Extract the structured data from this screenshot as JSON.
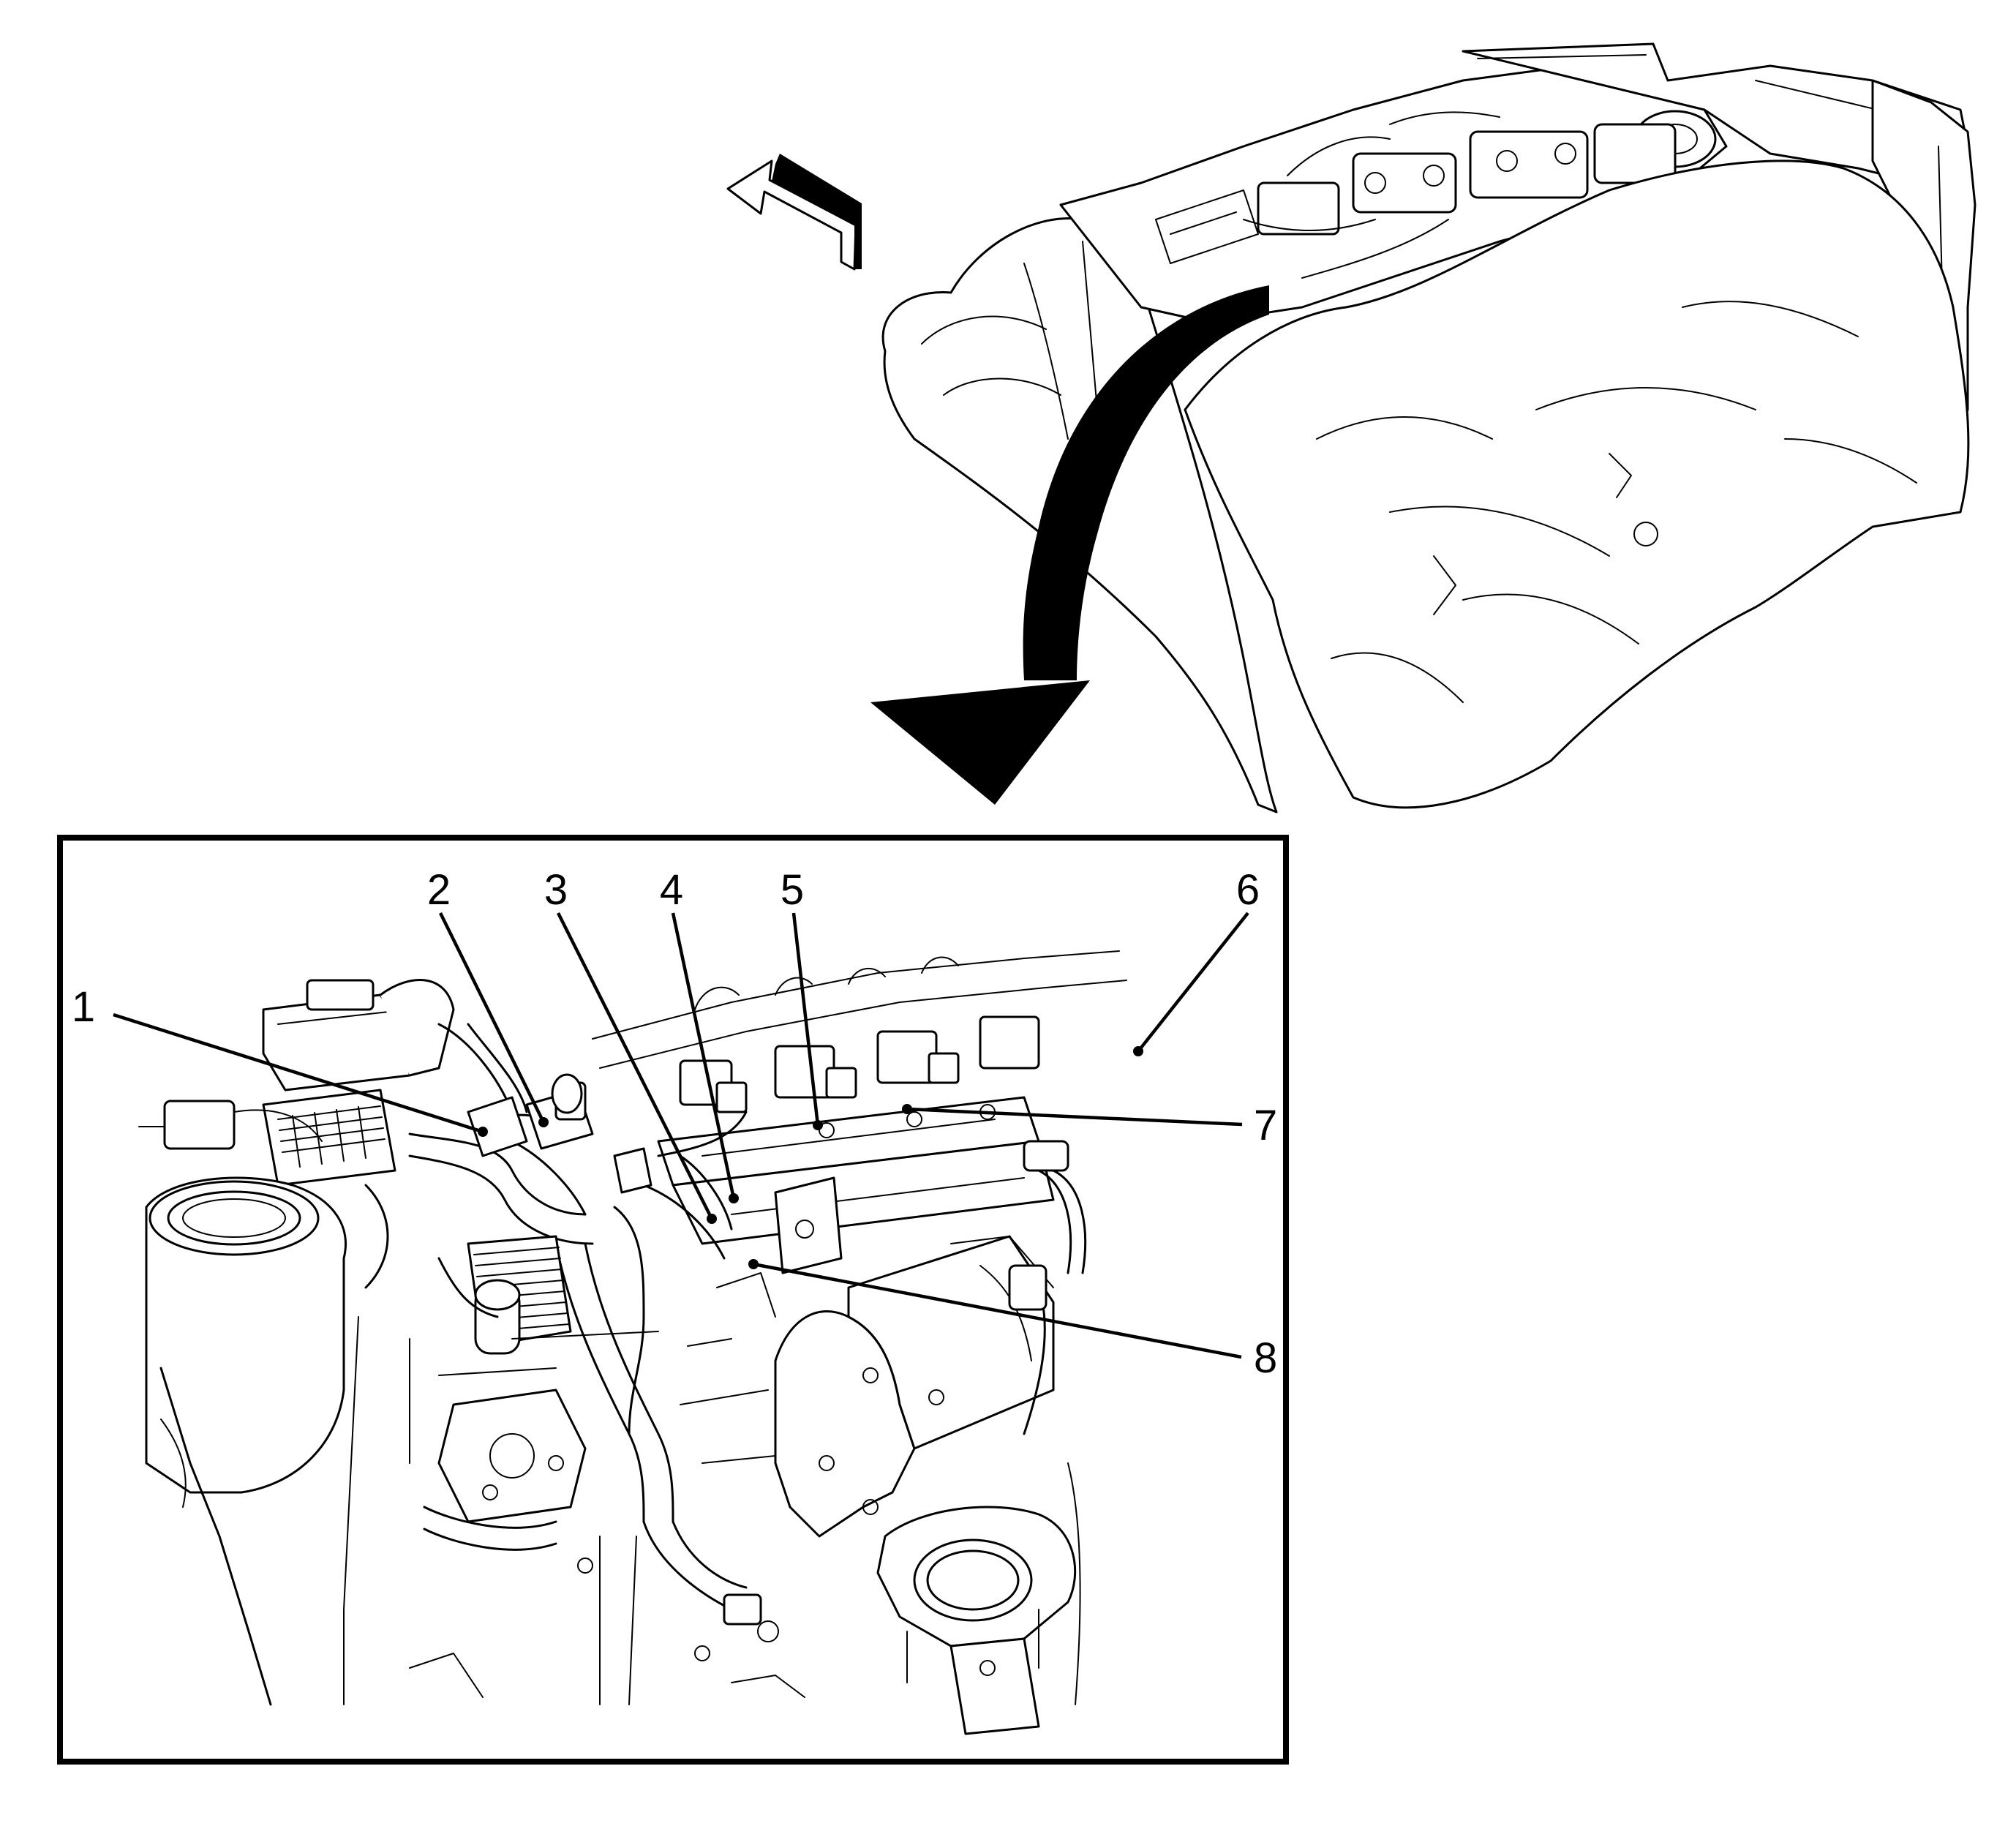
{
  "callouts": [
    {
      "id": "1",
      "label": "1"
    },
    {
      "id": "2",
      "label": "2"
    },
    {
      "id": "3",
      "label": "3"
    },
    {
      "id": "4",
      "label": "4"
    },
    {
      "id": "5",
      "label": "5"
    },
    {
      "id": "6",
      "label": "6"
    },
    {
      "id": "7",
      "label": "7"
    },
    {
      "id": "8",
      "label": "8"
    }
  ],
  "colors": {
    "ink": "#000000",
    "background": "#ffffff"
  },
  "icons": [
    "front-direction-arrow-icon",
    "zoom-detail-arrow-icon"
  ]
}
